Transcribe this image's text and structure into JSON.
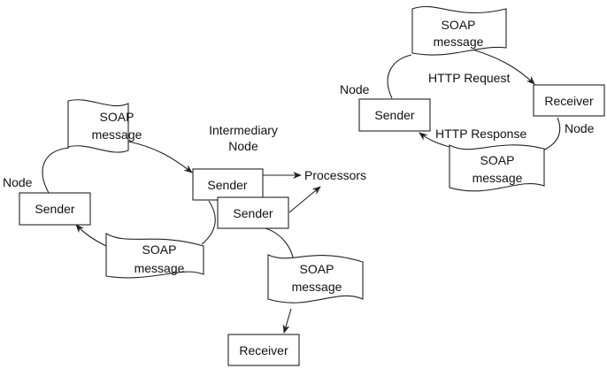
{
  "colors": {
    "stroke": "#222222",
    "text": "#111111",
    "background": "#ffffff"
  },
  "left_diagram": {
    "node_label": "Node",
    "sender": "Sender",
    "top_message": [
      "SOAP",
      "message"
    ],
    "bottom_message": [
      "SOAP",
      "message"
    ],
    "intermediary_label": [
      "Intermediary",
      "Node"
    ],
    "intermediary_sender_1": "Sender",
    "intermediary_sender_2": "Sender",
    "processors": "Processors",
    "forward_message": [
      "SOAP",
      "message"
    ],
    "receiver": "Receiver"
  },
  "right_diagram": {
    "top_message": [
      "SOAP",
      "message"
    ],
    "request_label": "HTTP Request",
    "response_label": "HTTP Response",
    "sender_node_label": "Node",
    "sender": "Sender",
    "receiver": "Receiver",
    "receiver_node_label": "Node",
    "bottom_message": [
      "SOAP",
      "message"
    ]
  }
}
